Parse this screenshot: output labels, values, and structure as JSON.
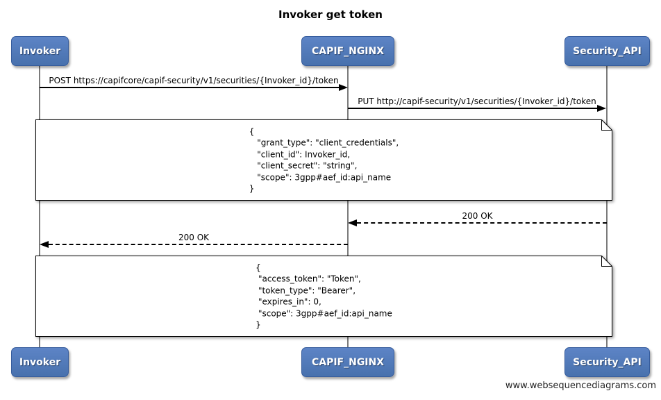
{
  "title": "Invoker get token",
  "actors": [
    {
      "name": "Invoker"
    },
    {
      "name": "CAPIF_NGINX"
    },
    {
      "name": "Security_API"
    }
  ],
  "messages": [
    {
      "label": "POST https://capifcore/capif-security/v1/securities/{Invoker_id}/token",
      "from": "Invoker",
      "to": "CAPIF_NGINX",
      "line": "solid"
    },
    {
      "label": "PUT http://capif-security/v1/securities/{Invoker_id}/token",
      "from": "CAPIF_NGINX",
      "to": "Security_API",
      "line": "solid"
    },
    {
      "label": "200 OK",
      "from": "Security_API",
      "to": "CAPIF_NGINX",
      "line": "dashed"
    },
    {
      "label": "200 OK",
      "from": "CAPIF_NGINX",
      "to": "Invoker",
      "line": "dashed"
    }
  ],
  "notes": [
    {
      "text": "{\n   \"grant_type\": \"client_credentials\",\n   \"client_id\": Invoker_id,\n   \"client_secret\": \"string\",\n   \"scope\": 3gpp#aef_id:api_name\n}"
    },
    {
      "text": "{\n \"access_token\": \"Token\",\n \"token_type\": \"Bearer\",\n \"expires_in\": 0,\n \"scope\": 3gpp#aef_id:api_name\n}"
    }
  ],
  "watermark": "www.websequencediagrams.com",
  "colors": {
    "actor_fill_top": "#5d84c6",
    "actor_fill_bottom": "#4871ad",
    "actor_border": "#365c9c",
    "lifeline": "#7b7b7b",
    "message_line": "#000000"
  }
}
